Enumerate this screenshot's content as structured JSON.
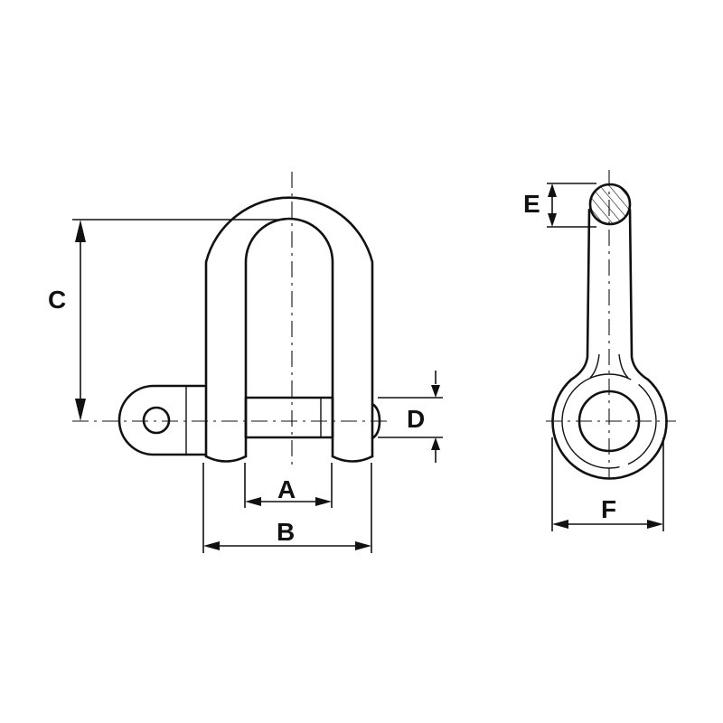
{
  "diagram": {
    "subject": "D-shackle with screw pin, front and side view",
    "labels": {
      "A": "A",
      "B": "B",
      "C": "C",
      "D": "D",
      "E": "E",
      "F": "F"
    },
    "colors": {
      "line": "#111111",
      "background": "#ffffff"
    }
  }
}
